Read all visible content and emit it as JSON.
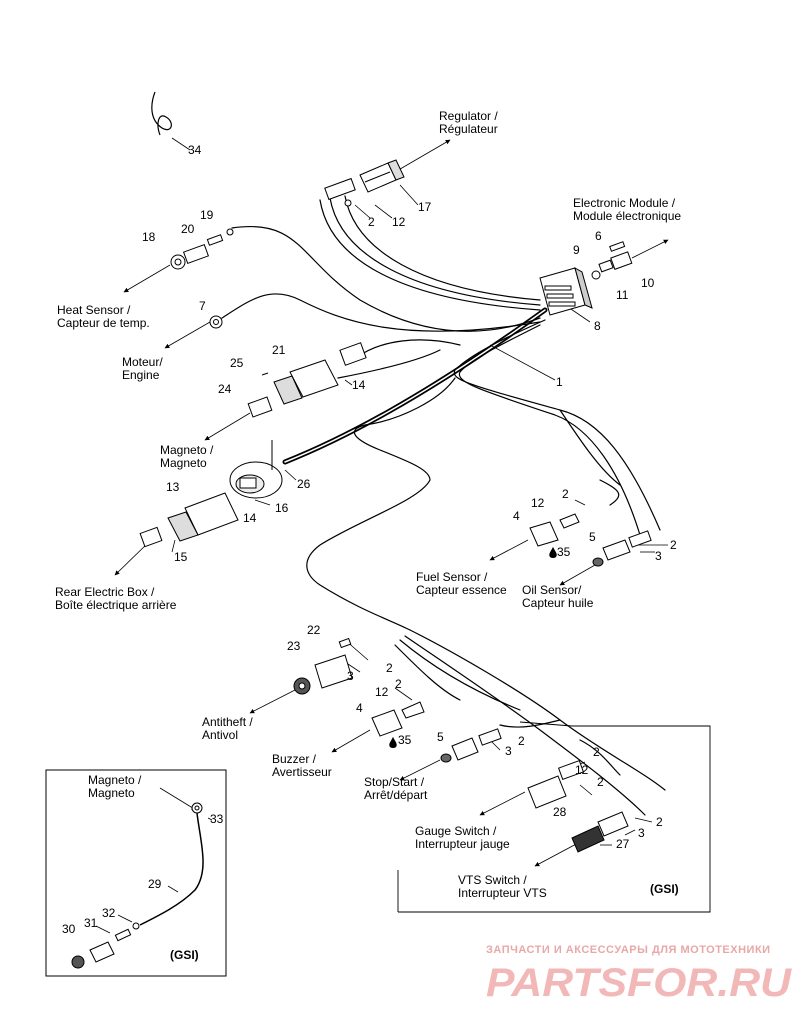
{
  "labels": {
    "regulator": [
      "Regulator /",
      "Régulateur"
    ],
    "electronic_module": [
      "Electronic Module /",
      "Module électronique"
    ],
    "heat_sensor": [
      "Heat Sensor /",
      "Capteur de temp."
    ],
    "engine": [
      "Moteur/",
      "Engine"
    ],
    "magneto": [
      "Magneto /",
      "Magneto"
    ],
    "rear_electric_box": [
      "Rear Electric Box /",
      "Boîte électrique arrière"
    ],
    "fuel_sensor": [
      "Fuel Sensor /",
      "Capteur essence"
    ],
    "oil_sensor": [
      "Oil Sensor/",
      "Capteur huile"
    ],
    "antitheft": [
      "Antitheft /",
      "Antivol"
    ],
    "buzzer": [
      "Buzzer /",
      "Avertisseur"
    ],
    "stop_start": [
      "Stop/Start /",
      "Arrêt/départ"
    ],
    "gauge_switch": [
      "Gauge Switch /",
      "Interrupteur jauge"
    ],
    "vts_switch": [
      "VTS Switch /",
      "Interrupteur VTS"
    ],
    "inset_magneto": [
      "Magneto /",
      "Magneto"
    ]
  },
  "gsi_label": "(GSI)",
  "part_numbers": {
    "p34": "34",
    "p17": "17",
    "p2a": "2",
    "p12a": "12",
    "p6": "6",
    "p9": "9",
    "p10": "10",
    "p11": "11",
    "p8": "8",
    "p19": "19",
    "p20": "20",
    "p18": "18",
    "p7": "7",
    "p21": "21",
    "p25": "25",
    "p14a": "14",
    "p24": "24",
    "p1": "1",
    "p26": "26",
    "p13": "13",
    "p14b": "14",
    "p16": "16",
    "p15": "15",
    "p12b": "12",
    "p2b": "2",
    "p4a": "4",
    "p35a": "35",
    "p5a": "5",
    "p2c": "2",
    "p3a": "3",
    "p22": "22",
    "p23": "23",
    "p3b": "3",
    "p2d": "2",
    "p12c": "12",
    "p2e": "2",
    "p4b": "4",
    "p35b": "35",
    "p5b": "5",
    "p2f": "2",
    "p3c": "3",
    "p2g": "2",
    "p12d": "12",
    "p2h": "2",
    "p28": "28",
    "p2i": "2",
    "p3d": "3",
    "p27": "27",
    "p33": "33",
    "p29": "29",
    "p32": "32",
    "p31": "31",
    "p30": "30"
  },
  "watermark": {
    "line1": "ЗАПЧАСТИ И АКСЕССУАРЫ ДЛЯ МОТОТЕХНИКИ",
    "logo": "PARTSFOR.RU"
  }
}
